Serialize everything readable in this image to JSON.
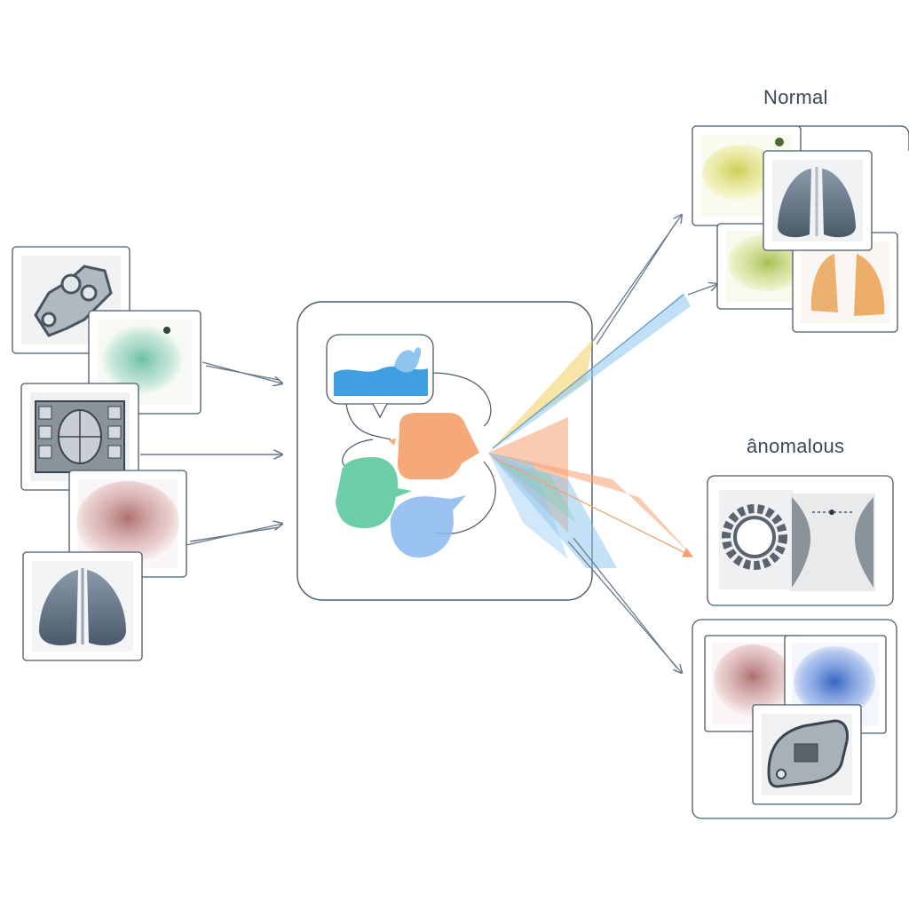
{
  "labels": {
    "normal": "Normal",
    "anomalous": "ânomalous"
  },
  "colors": {
    "frame": "#4a5a6a",
    "blue": "#3f9fe0",
    "orange": "#f5a070",
    "green": "#6ccfa8",
    "light_blue": "#8ab8f0",
    "yellow": "#f0d060",
    "arrow": "#6a7a8a"
  },
  "icons": {
    "input_images": [
      "gear-part-photo",
      "green-texture-slide",
      "circuit-board-xray",
      "red-tissue-slide",
      "lung-xray"
    ],
    "normal_images": [
      "yellow-texture-slide",
      "lung-xray",
      "green-yellow-texture-slide",
      "orange-lung-scan"
    ],
    "anomalous_images": [
      "gear-photo",
      "spine-xray",
      "red-tissue-slide",
      "blue-tissue-slide",
      "metal-part-photo"
    ],
    "model_bubbles": [
      "blue-water-bubble",
      "orange-bubble",
      "green-bubble",
      "light-blue-bubble"
    ]
  }
}
